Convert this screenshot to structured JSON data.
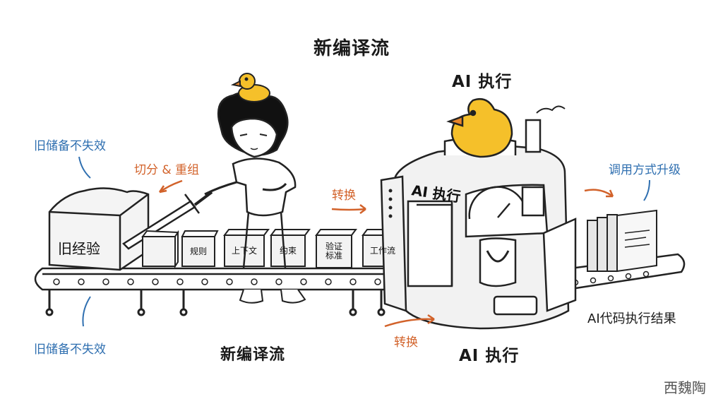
{
  "top_title": "新编译流",
  "bottom_title": "新编译流",
  "ai_exec_top": "AI 执行",
  "ai_exec_bottom": "AI 执行",
  "machine_label": "AI 执行",
  "old_reserve_top": "旧储备不失效",
  "old_reserve_bottom": "旧储备不失效",
  "cut_label": "切分 & 重组",
  "convert_top": "转换",
  "convert_bottom": "转换",
  "upgrade_label": "调用方式升级",
  "result_label": "AI代码执行结果",
  "old_experience": "旧经验",
  "boxes": [
    "规则",
    "上下文",
    "约束",
    "验证\n标准",
    "工作流"
  ],
  "watermark": "西魏陶",
  "colors": {
    "orange": "#d2622a",
    "blue": "#2f6fb0",
    "duck": "#f5c02a"
  }
}
